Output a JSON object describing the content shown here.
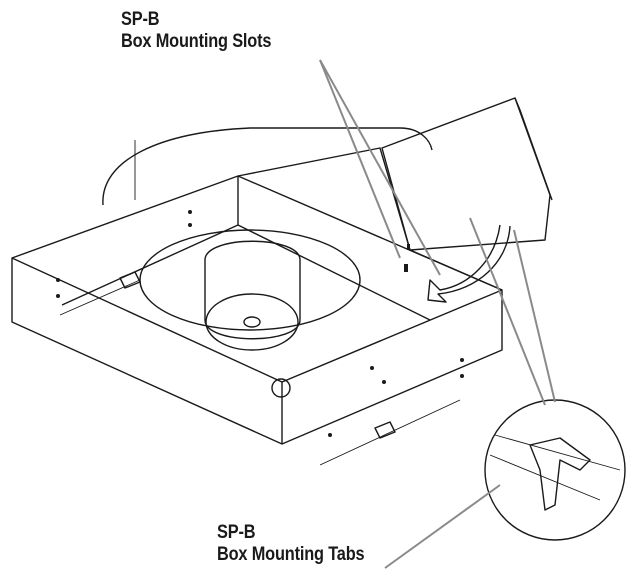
{
  "callouts": {
    "slots": {
      "line1": "SP-B",
      "line2": "Box Mounting Slots"
    },
    "tabs": {
      "line1": "SP-B",
      "line2": "Box Mounting Tabs"
    }
  },
  "colors": {
    "leader": "#8a8a8a",
    "ink": "#1a1a1a",
    "background": "#ffffff"
  }
}
